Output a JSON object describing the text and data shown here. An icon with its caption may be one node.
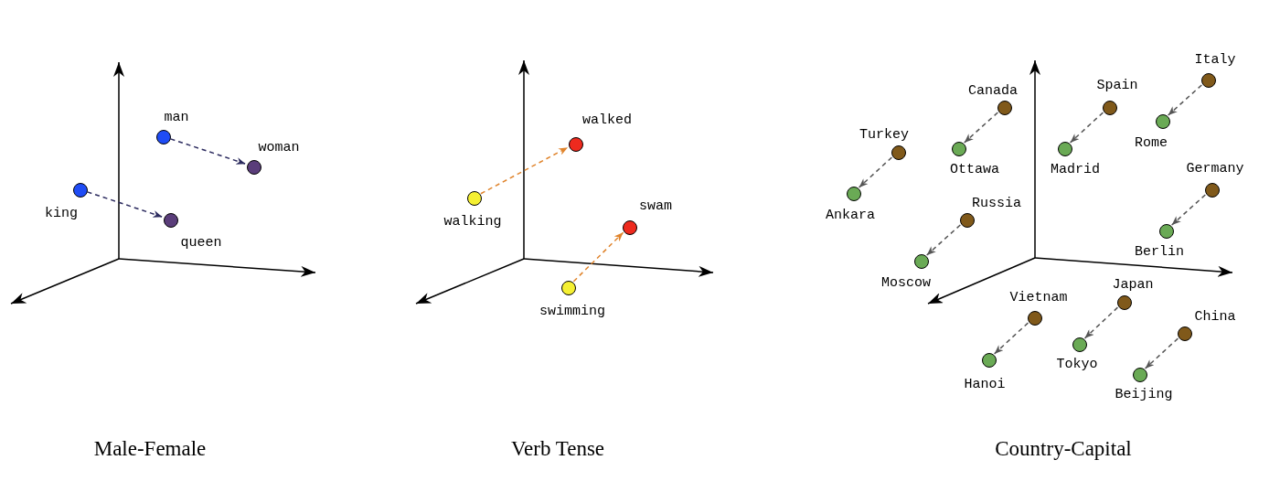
{
  "diagram": {
    "nodes": [
      {
        "text": [],
        "shape": "circle",
        "beside": [
          "man"
        ]
      },
      {
        "text": [],
        "shape": "circle",
        "beside": [
          "woman"
        ]
      },
      {
        "text": [],
        "shape": "circle",
        "beside": [
          "king"
        ]
      },
      {
        "text": [],
        "shape": "circle",
        "beside": [
          "queen"
        ]
      },
      {
        "text": [],
        "shape": "circle",
        "beside": [
          "walked"
        ]
      },
      {
        "text": [],
        "shape": "circle",
        "beside": [
          "walking"
        ]
      },
      {
        "text": [],
        "shape": "circle",
        "beside": [
          "swam"
        ]
      },
      {
        "text": [],
        "shape": "circle",
        "beside": [
          "swimming"
        ]
      },
      {
        "text": [],
        "shape": "circle",
        "beside": [
          "Italy"
        ]
      },
      {
        "text": [],
        "shape": "circle",
        "beside": [
          "Rome"
        ]
      },
      {
        "text": [],
        "shape": "circle",
        "beside": [
          "Canada"
        ]
      },
      {
        "text": [],
        "shape": "circle",
        "beside": [
          "Ottawa"
        ]
      },
      {
        "text": [],
        "shape": "circle",
        "beside": [
          "Spain"
        ]
      },
      {
        "text": [],
        "shape": "circle",
        "beside": [
          "Madrid"
        ]
      },
      {
        "text": [],
        "shape": "circle",
        "beside": [
          "Turkey"
        ]
      },
      {
        "text": [],
        "shape": "circle",
        "beside": [
          "Ankara"
        ]
      },
      {
        "text": [],
        "shape": "circle",
        "beside": [
          "Germany"
        ]
      },
      {
        "text": [],
        "shape": "circle",
        "beside": [
          "Berlin"
        ]
      },
      {
        "text": [],
        "shape": "circle",
        "beside": [
          "Russia"
        ]
      },
      {
        "text": [],
        "shape": "circle",
        "beside": [
          "Moscow"
        ]
      },
      {
        "text": [],
        "shape": "circle",
        "beside": [
          "Japan"
        ]
      },
      {
        "text": [],
        "shape": "circle",
        "beside": [
          "Tokyo"
        ]
      },
      {
        "text": [],
        "shape": "circle",
        "beside": [
          "Vietnam"
        ]
      },
      {
        "text": [],
        "shape": "circle",
        "beside": [
          "Hanoi"
        ]
      },
      {
        "text": [],
        "shape": "circle",
        "beside": [
          "China"
        ]
      },
      {
        "text": [],
        "shape": "circle",
        "beside": [
          "Beijing"
        ]
      }
    ],
    "edges": [
      {
        "from": 0,
        "to": 1,
        "arrow": "to",
        "style": "dashed",
        "color": "#2b2a5e"
      },
      {
        "from": 2,
        "to": 3,
        "arrow": "to",
        "style": "dashed",
        "color": "#2b2a5e"
      },
      {
        "from": 5,
        "to": 4,
        "arrow": "to",
        "style": "dashed",
        "color": "#e0842c"
      },
      {
        "from": 7,
        "to": 6,
        "arrow": "to",
        "style": "dashed",
        "color": "#e0842c"
      },
      {
        "from": 8,
        "to": 9,
        "arrow": "to",
        "style": "dashed"
      },
      {
        "from": 10,
        "to": 11,
        "arrow": "to",
        "style": "dashed"
      },
      {
        "from": 12,
        "to": 13,
        "arrow": "to",
        "style": "dashed"
      },
      {
        "from": 14,
        "to": 15,
        "arrow": "to",
        "style": "dashed"
      },
      {
        "from": 16,
        "to": 17,
        "arrow": "to",
        "style": "dashed"
      },
      {
        "from": 18,
        "to": 19,
        "arrow": "to",
        "style": "dashed"
      },
      {
        "from": 20,
        "to": 21,
        "arrow": "to",
        "style": "dashed"
      },
      {
        "from": 22,
        "to": 23,
        "arrow": "to",
        "style": "dashed"
      },
      {
        "from": 24,
        "to": 25,
        "arrow": "to",
        "style": "dashed"
      }
    ],
    "labels": [
      "Male-Female",
      "Verb Tense",
      "Country-Capital"
    ]
  }
}
